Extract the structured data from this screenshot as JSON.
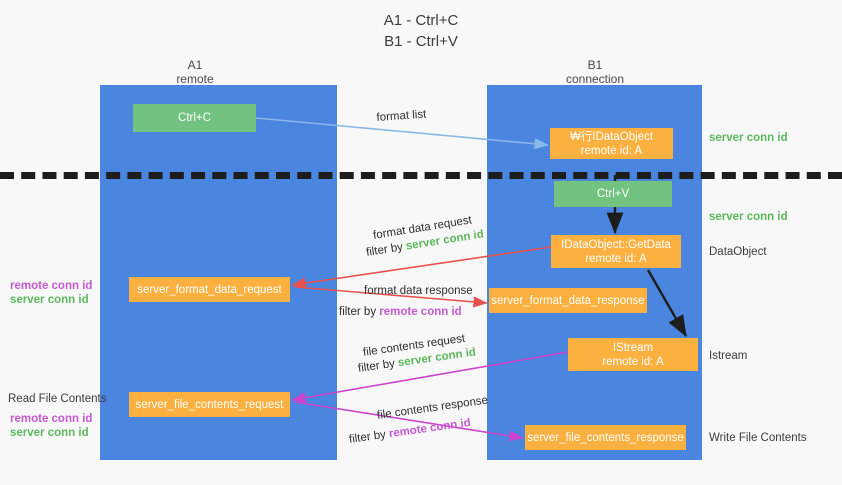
{
  "title": "A1 - Ctrl+C\nB1 - Ctrl+V",
  "columns": {
    "left": {
      "name": "A1",
      "sub": "remote",
      "label": "A1\nremote"
    },
    "right": {
      "name": "B1",
      "sub": "connection",
      "label": "B1\nconnection"
    }
  },
  "colors": {
    "lane": "#4a86e0",
    "orange_node": "#fbb040",
    "green_node": "#73c380",
    "server_conn": "#5cb85c",
    "remote_conn": "#c45ad0",
    "format_list_arrow": "#8ab8e8",
    "format_data_arrow": "#e8524f",
    "file_contents_arrow": "#cc44cc",
    "black_arrow": "#1d1d1d",
    "background": "#f8f8f8"
  },
  "nodes": {
    "ctrl_c": "Ctrl+C",
    "ctrl_v": "Ctrl+V",
    "idataobject": "₩行IDataObject\nremote id: A",
    "idataobject_getdata": "IDataObject::GetData\nremote id: A",
    "istream": "IStream\nremote id: A",
    "server_format_data_request": "server_format_data_request",
    "server_format_data_response": "server_format_data_response",
    "server_file_contents_request": "server_file_contents_request",
    "server_file_contents_response": "server_file_contents_response"
  },
  "right_labels": {
    "server_conn_id_top": "server conn id",
    "server_conn_id_mid": "server conn id",
    "dataobject": "DataObject",
    "istream": "Istream",
    "write_file_contents": "Write File Contents"
  },
  "left_labels": {
    "remote_conn_id_mid": "remote conn id",
    "server_conn_id_mid": "server conn id",
    "read_file_contents": "Read File Contents",
    "remote_conn_id_low": "remote conn id",
    "server_conn_id_low": "server conn id"
  },
  "edges": {
    "format_list": "format list",
    "format_data_request": "format data request",
    "format_data_request_filter_pre": "filter by ",
    "format_data_request_filter_key": "server conn id",
    "format_data_response": "format data response",
    "format_data_response_filter_pre": "filter by ",
    "format_data_response_filter_key": "remote conn id",
    "file_contents_request": "file contents request",
    "file_contents_request_filter_pre": "filter by ",
    "file_contents_request_filter_key": "server conn id",
    "file_contents_response": "file contents response",
    "file_contents_response_filter_pre": "filter by ",
    "file_contents_response_filter_key": "remote conn id"
  }
}
